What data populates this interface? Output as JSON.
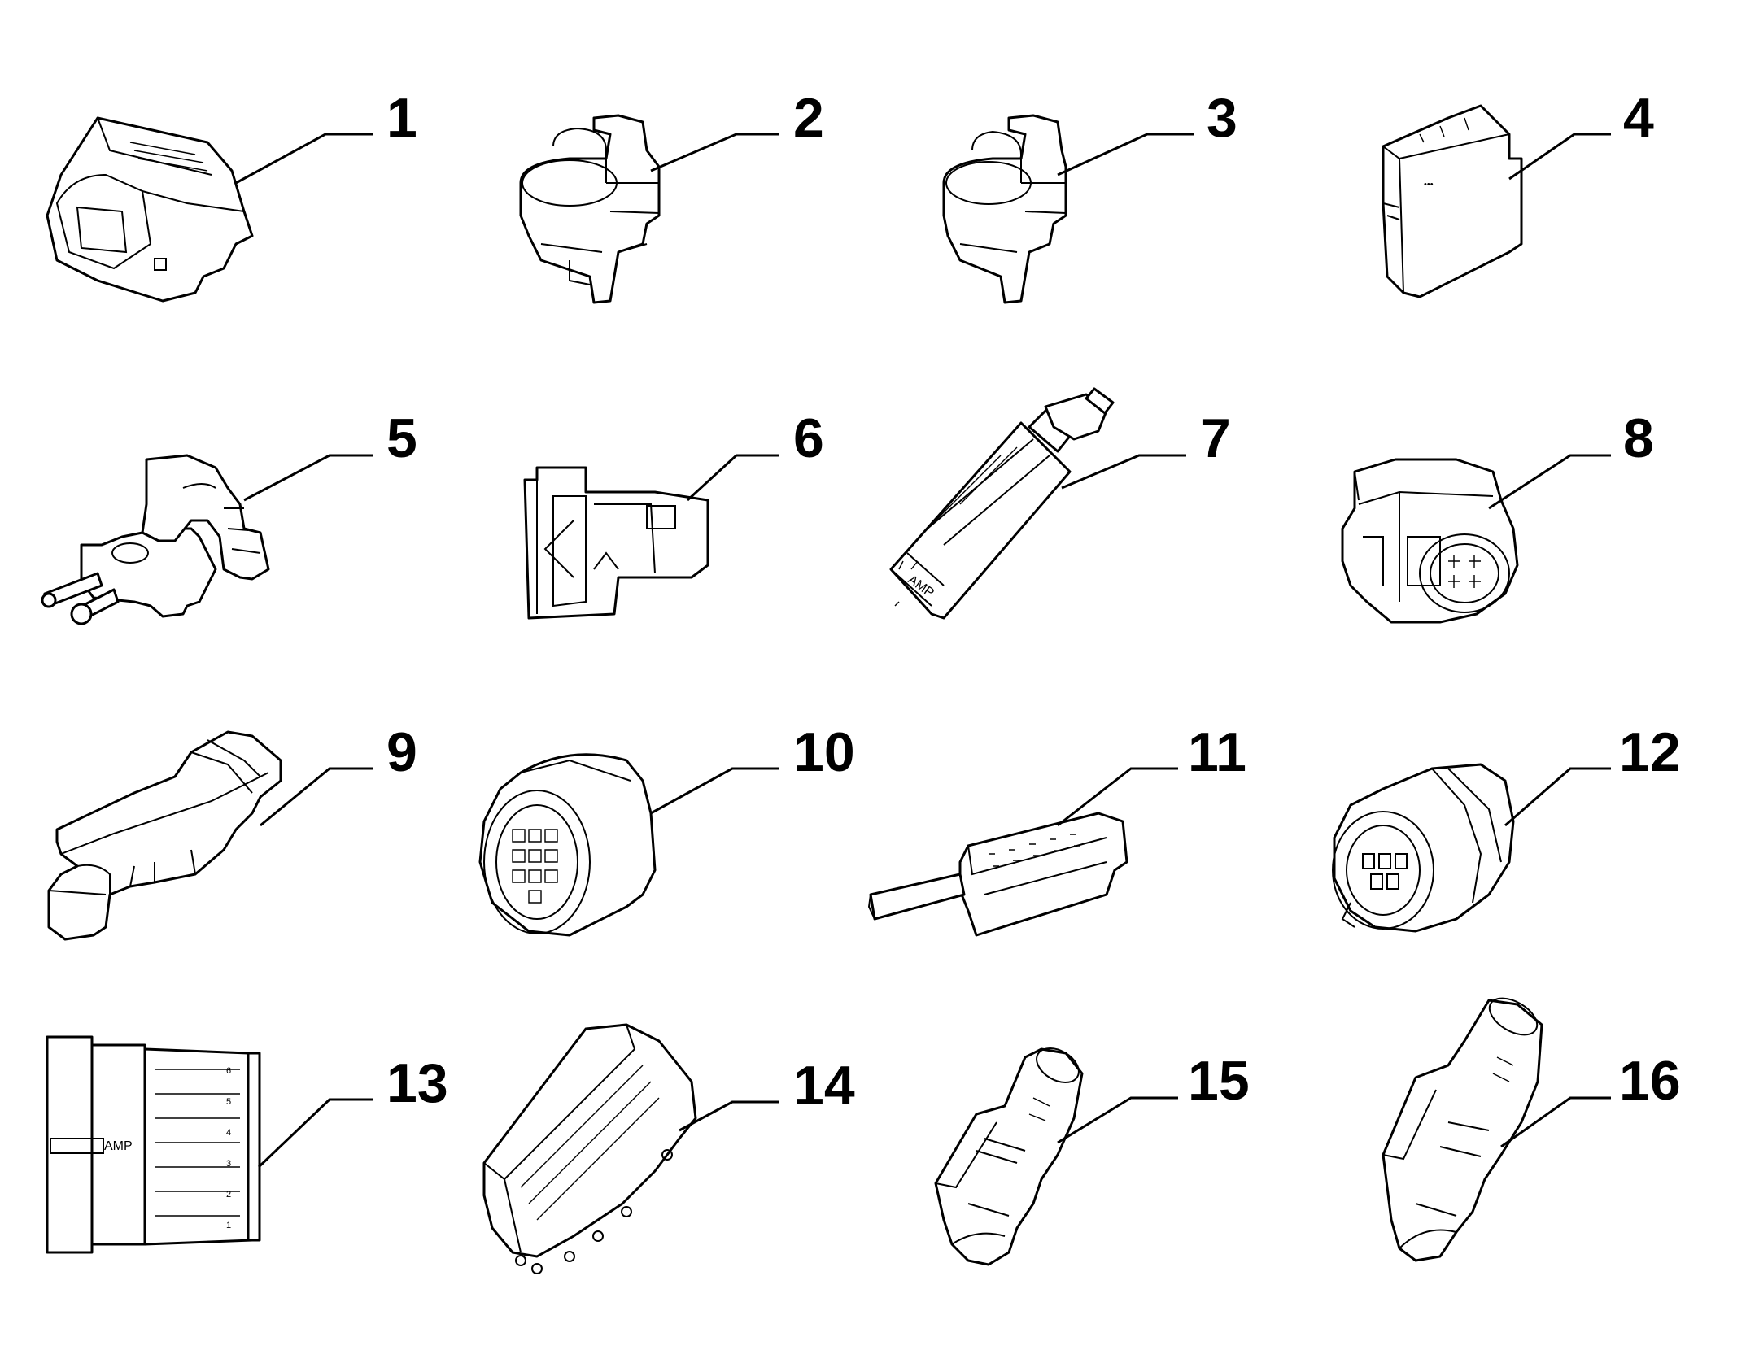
{
  "callouts": [
    "1",
    "2",
    "3",
    "4",
    "5",
    "6",
    "7",
    "8",
    "9",
    "10",
    "11",
    "12",
    "13",
    "14",
    "15",
    "16"
  ],
  "part_markings": {
    "amp_7": "AMP",
    "amp_13": "AMP",
    "scale_13": [
      "6",
      "5",
      "4",
      "3",
      "2",
      "1"
    ]
  },
  "colors": {
    "line": "#000000",
    "background": "#ffffff"
  }
}
